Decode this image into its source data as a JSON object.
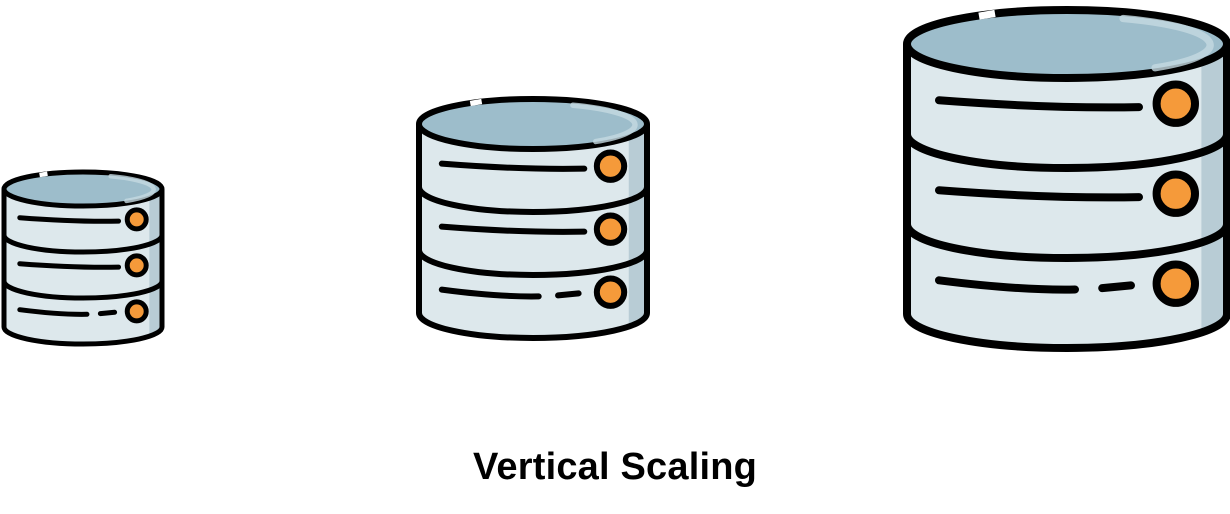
{
  "caption": "Vertical Scaling",
  "colors": {
    "outline": "#000000",
    "top_fill": "#9DBDCB",
    "top_highlight": "#C5D9E1",
    "body_fill": "#DDE8EC",
    "body_shade": "#B8CCD5",
    "led_fill": "#F59A3A"
  },
  "servers": [
    {
      "name": "small",
      "units": 3
    },
    {
      "name": "medium",
      "units": 3
    },
    {
      "name": "large",
      "units": 3
    }
  ]
}
